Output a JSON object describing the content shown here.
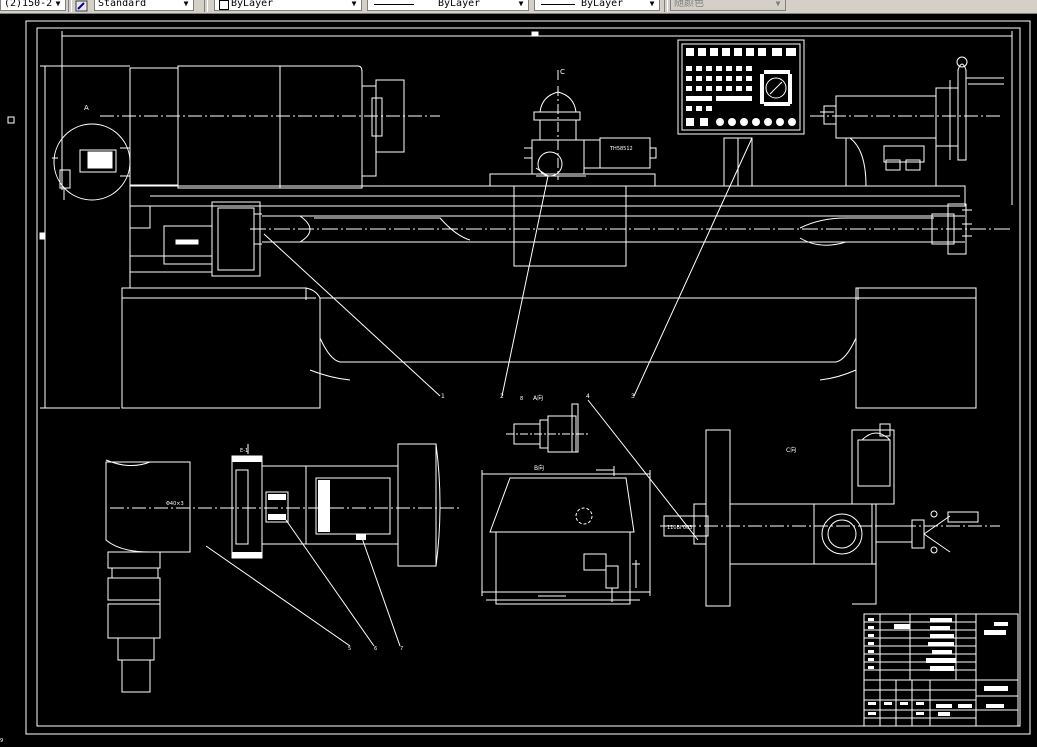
{
  "toolbar": {
    "dim_style": "(2)150-2",
    "text_style": "Standard",
    "layer_color": "ByLayer",
    "linetype": "ByLayer",
    "lineweight": "ByLayer",
    "plot_style": "随颜色",
    "dropdown_arrow": "▼"
  },
  "drawing": {
    "label_c_top": "C",
    "label_a_detail": "A",
    "motor_label": "TH58512",
    "leader_labels": [
      "1",
      "2",
      "3",
      "4"
    ],
    "label_a_view": "A向",
    "label_b_view": "B向",
    "label_c_view": "C向",
    "section_label": "E-1",
    "sleeve_dim": "Φ40×3",
    "leader_labels_bottom": [
      "5",
      "6",
      "7",
      "8"
    ],
    "small_label_9": "9",
    "shaft_label": "110BF003",
    "title_block_note": ""
  }
}
